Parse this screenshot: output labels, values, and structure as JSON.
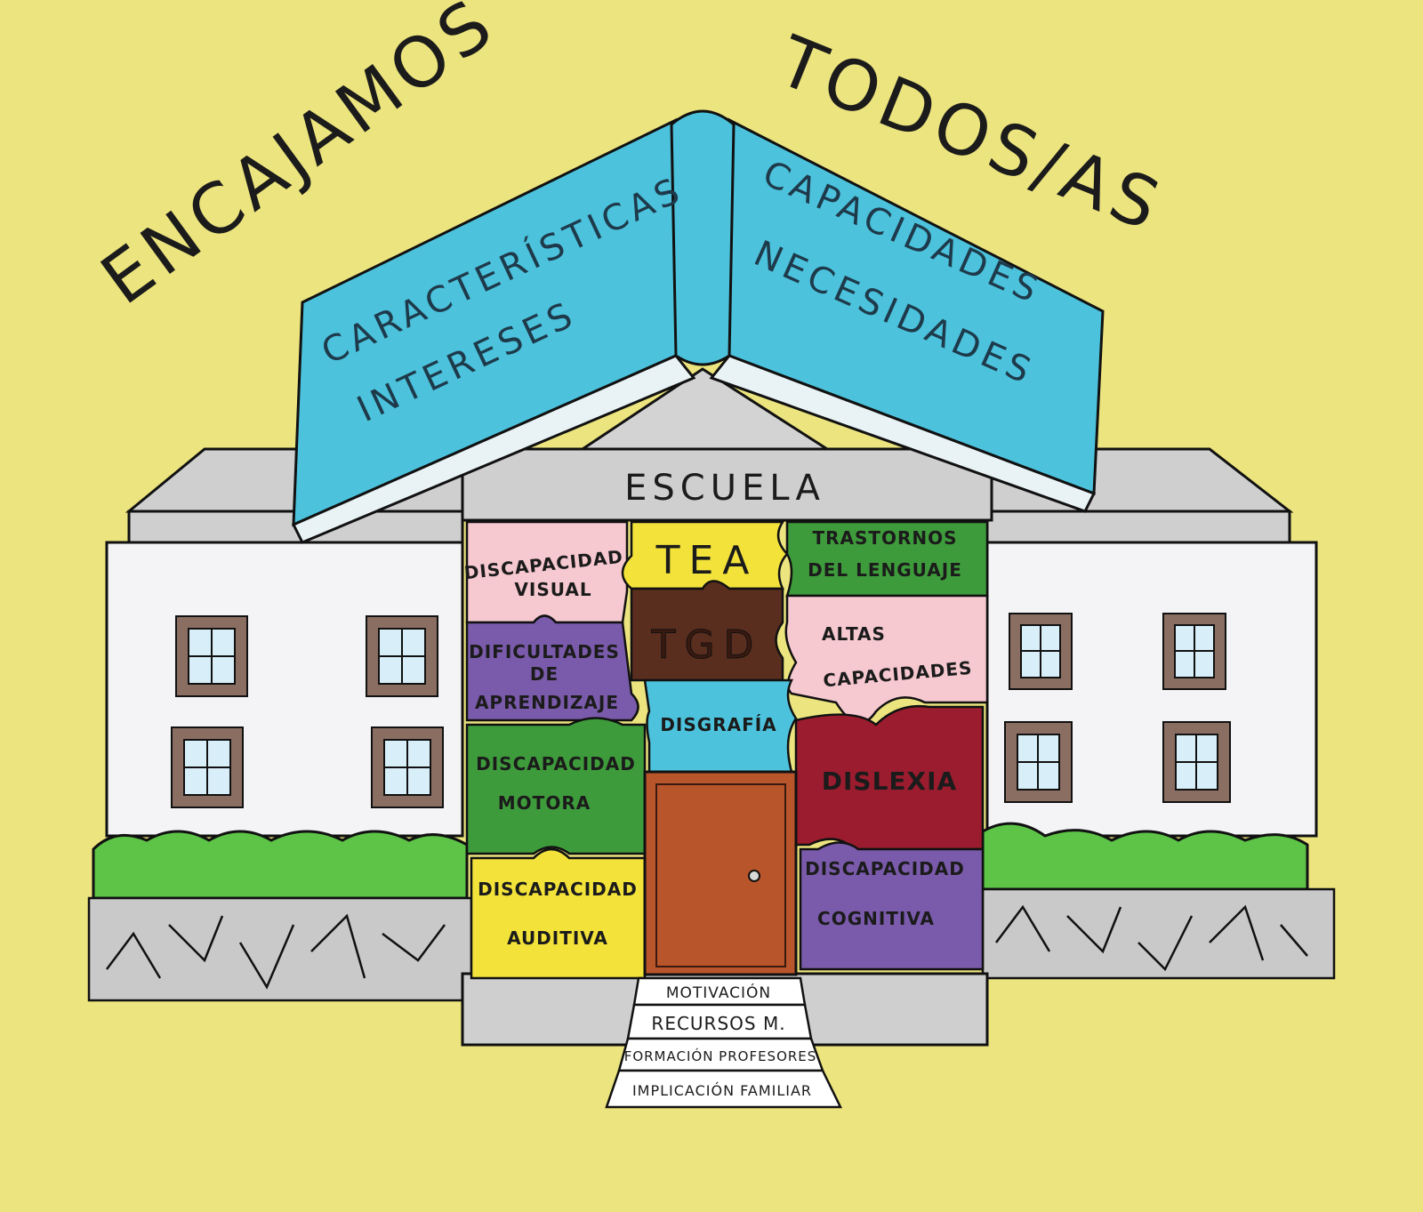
{
  "title": {
    "word1": "ENCAJAMOS",
    "word2": "TODOS/AS"
  },
  "book": {
    "left_line1": "CARACTERÍSTICAS",
    "left_line2": "INTERESES",
    "right_line1": "CAPACIDADES",
    "right_line2": "NECESIDADES",
    "cover_color": "#4cc2dc"
  },
  "building": {
    "name": "ESCUELA"
  },
  "pieces": {
    "discapacidad_visual": {
      "line1": "DISCAPACIDAD",
      "line2": "VISUAL",
      "color": "#f6c8d0"
    },
    "tea": {
      "line1": "TEA",
      "color": "#f2e23a"
    },
    "trastornos_lenguaje": {
      "line1": "TRASTORNOS",
      "line2": "DEL LENGUAJE",
      "color": "#3e9b3b"
    },
    "dificultades_aprendizaje": {
      "line1": "DIFICULTADES",
      "line2": "DE",
      "line3": "APRENDIZAJE",
      "color": "#7a5bab"
    },
    "tgd": {
      "line1": "TGD",
      "color": "#5a2e1e"
    },
    "altas_capacidades": {
      "line1": "ALTAS",
      "line2": "CAPACIDADES",
      "color": "#f6c8d0"
    },
    "disgrafia": {
      "line1": "DISGRAFÍA",
      "color": "#4cc2dc"
    },
    "discapacidad_motora": {
      "line1": "DISCAPACIDAD",
      "line2": "MOTORA",
      "color": "#3e9b3b"
    },
    "dislexia": {
      "line1": "DISLEXIA",
      "color": "#9b1c2e"
    },
    "discapacidad_auditiva": {
      "line1": "DISCAPACIDAD",
      "line2": "AUDITIVA",
      "color": "#f2e23a"
    },
    "discapacidad_cognitiva": {
      "line1": "DISCAPACIDAD",
      "line2": "COGNITIVA",
      "color": "#7a5bab"
    }
  },
  "steps": [
    "MOTIVACIÓN",
    "RECURSOS M.",
    "FORMACIÓN PROFESORES",
    "IMPLICACIÓN FAMILIAR"
  ],
  "colors": {
    "background": "#ece47e",
    "wall": "#f4f4f6",
    "roof": "#c9c9c9",
    "bush": "#5dc447",
    "door": "#b8552a",
    "window_frame": "#8a6e62"
  }
}
